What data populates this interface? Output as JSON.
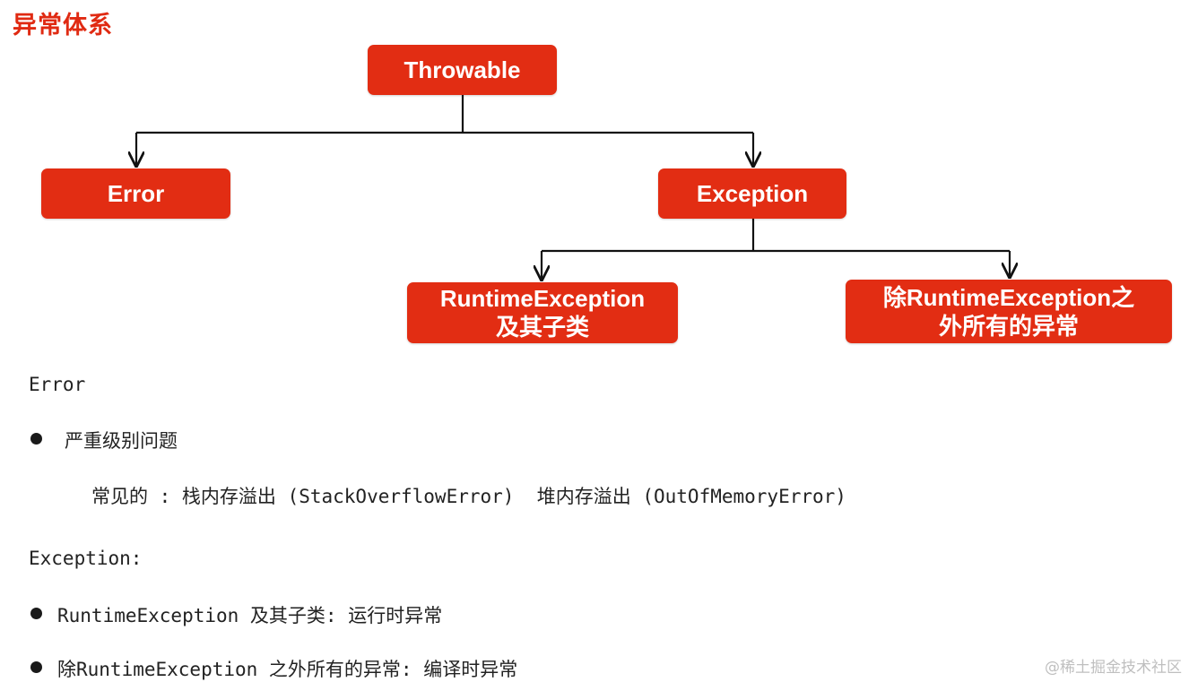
{
  "title": "异常体系",
  "diagram": {
    "nodes": {
      "throwable": [
        "Throwable"
      ],
      "error": [
        "Error"
      ],
      "exception": [
        "Exception"
      ],
      "runtime": [
        "RuntimeException",
        "及其子类"
      ],
      "other": [
        "除RuntimeException之",
        "外所有的异常"
      ]
    },
    "edges": [
      {
        "from": "Throwable",
        "to": "Error"
      },
      {
        "from": "Throwable",
        "to": "Exception"
      },
      {
        "from": "Exception",
        "to": "RuntimeException 及其子类"
      },
      {
        "from": "Exception",
        "to": "除RuntimeException之外所有的异常"
      }
    ],
    "node_color": "#e22d13",
    "connector_color": "#111111"
  },
  "notes": {
    "error_heading": "Error",
    "error_bullet": "严重级别问题",
    "error_examples": "常见的 : 栈内存溢出 (StackOverflowError)  堆内存溢出 (OutOfMemoryError)",
    "exception_heading": "Exception:",
    "exception_bullet_1": "RuntimeException 及其子类: 运行时异常",
    "exception_bullet_2": "除RuntimeException 之外所有的异常: 编译时异常"
  },
  "watermark": "@稀土掘金技术社区"
}
